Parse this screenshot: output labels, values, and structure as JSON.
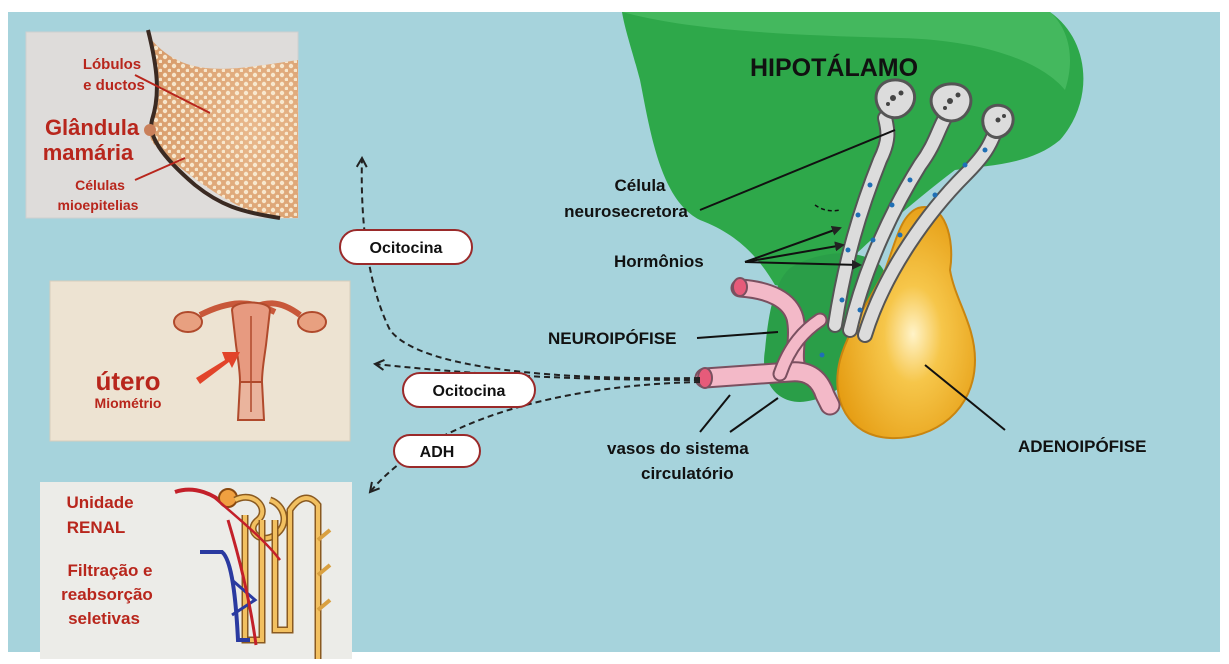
{
  "labels": {
    "hipotalamo": "HIPOTÁLAMO",
    "celula_line1": "Célula",
    "celula_line2": "neurosecretora",
    "hormonios": "Hormônios",
    "neuroipofise": "NEUROIPÓFISE",
    "adenoipofise": "ADENOIPÓFISE",
    "vasos_line1": "vasos do sistema",
    "vasos_line2": "circulatório"
  },
  "hormone_tags": {
    "ocitocina_mama": "Ocitocina",
    "ocitocina_utero": "Ocitocina",
    "adh": "ADH"
  },
  "breast_panel": {
    "lobulos_line1": "Lóbulos",
    "lobulos_line2": "e ductos",
    "glandula_line1": "Glândula",
    "glandula_line2": "mamária",
    "celulas_line1": "Células",
    "celulas_line2": "mioepitelias"
  },
  "uterus_panel": {
    "title": "útero",
    "subtitle": "Miométrio"
  },
  "kidney_panel": {
    "unidade_line1": "Unidade",
    "unidade_line2": "RENAL",
    "filtracao_line1": "Filtração e",
    "filtracao_line2": "reabsorção",
    "filtracao_line3": "seletivas"
  },
  "colors": {
    "background": "#a6d3dc",
    "hypothalamus": "#2ea84a",
    "neurohypophysis": "#2a9e48",
    "adenohypophysis": "#f2b020",
    "vessel": "#f3b9c8",
    "label_red": "#b8261c",
    "tag_border": "#9a2a2a",
    "panel_breast": "#dedcda",
    "panel_uterus": "#ede3d2",
    "panel_kidney": "#ecece8"
  }
}
